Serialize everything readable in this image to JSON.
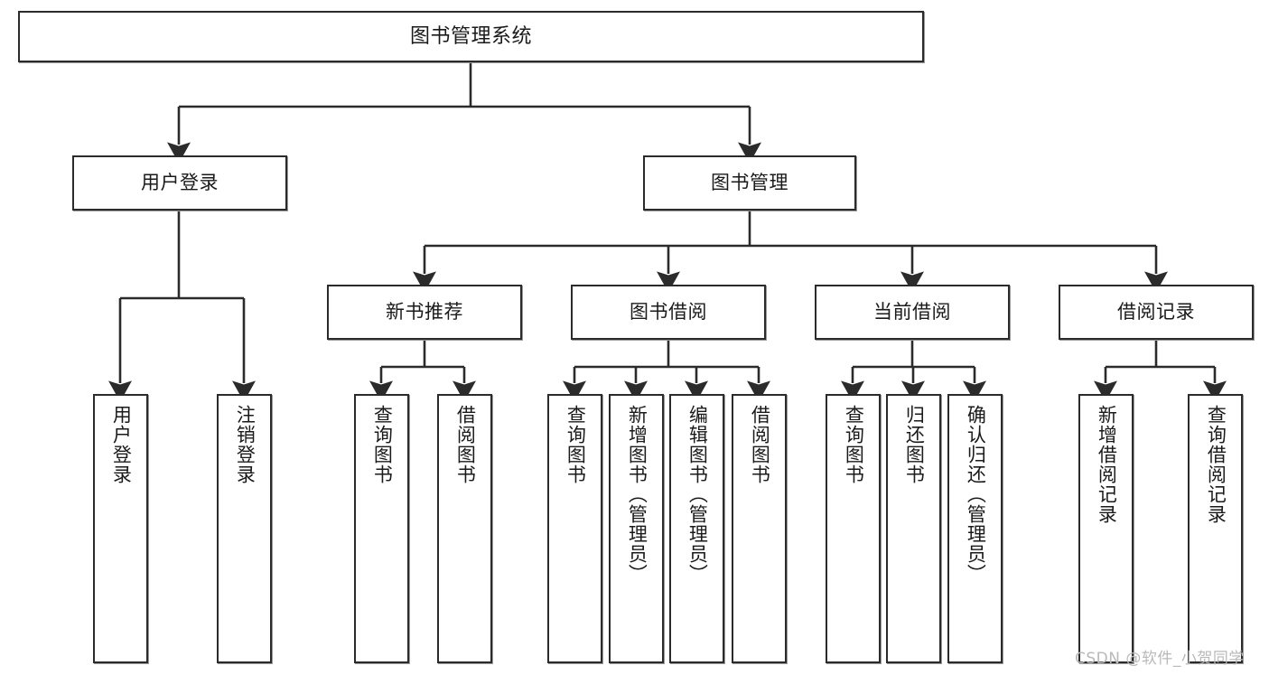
{
  "diagram": {
    "title": "图书管理系统",
    "type": "tree-hierarchy-diagram",
    "colors": {
      "stroke": "#2b2b2b",
      "fill": "#ffffff",
      "text": "#1a1a1a",
      "watermark": "#b9b9b9"
    },
    "levels": {
      "root": {
        "label": "图书管理系统"
      },
      "level1": [
        {
          "label": "用户登录"
        },
        {
          "label": "图书管理"
        }
      ],
      "level2": [
        {
          "label": "新书推荐"
        },
        {
          "label": "图书借阅"
        },
        {
          "label": "当前借阅"
        },
        {
          "label": "借阅记录"
        }
      ],
      "leaves_user_login": [
        {
          "label": "用户登录"
        },
        {
          "label": "注销登录"
        }
      ],
      "leaves_new_book": [
        {
          "label": "查询图书"
        },
        {
          "label": "借阅图书"
        }
      ],
      "leaves_borrow": [
        {
          "label": "查询图书"
        },
        {
          "label": "新增图书（管理员）"
        },
        {
          "label": "编辑图书（管理员）"
        },
        {
          "label": "借阅图书"
        }
      ],
      "leaves_current": [
        {
          "label": "查询图书"
        },
        {
          "label": "归还图书"
        },
        {
          "label": "确认归还（管理员）"
        }
      ],
      "leaves_record": [
        {
          "label": "新增借阅记录"
        },
        {
          "label": "查询借阅记录"
        }
      ]
    },
    "watermark": "CSDN @软件_小贺同学"
  }
}
